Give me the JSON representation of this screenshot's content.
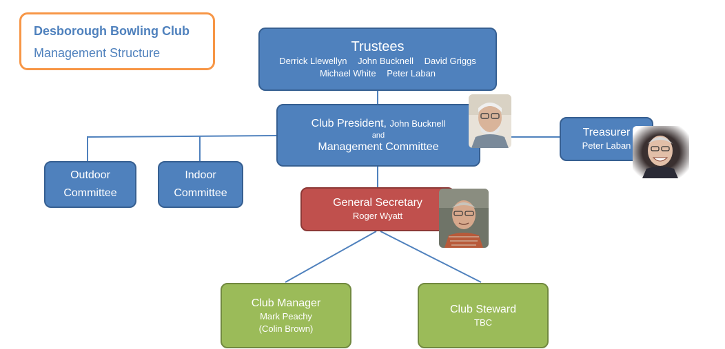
{
  "header": {
    "org_name": "Desborough Bowling Club",
    "subtitle": "Management Structure"
  },
  "trustees": {
    "title": "Trustees",
    "names_row1": [
      "Derrick Llewellyn",
      "John Bucknell",
      "David Griggs"
    ],
    "names_row2": [
      "Michael White",
      "Peter Laban"
    ]
  },
  "president": {
    "title": "Club President,",
    "name": "John Bucknell",
    "and": "and",
    "committee": "Management Committee"
  },
  "treasurer": {
    "title": "Treasurer",
    "name": "Peter Laban"
  },
  "outdoor": {
    "line1": "Outdoor",
    "line2": "Committee"
  },
  "indoor": {
    "line1": "Indoor",
    "line2": "Committee"
  },
  "secretary": {
    "title": "General Secretary",
    "name": "Roger Wyatt"
  },
  "manager": {
    "title": "Club Manager",
    "name": "Mark Peachy",
    "deputy": "(Colin Brown)"
  },
  "steward": {
    "title": "Club Steward",
    "name": "TBC"
  },
  "colors": {
    "blue": "#4f81bd",
    "red": "#c0504d",
    "green": "#9bbb59",
    "orange": "#f79646",
    "line": "#4f81bd"
  }
}
